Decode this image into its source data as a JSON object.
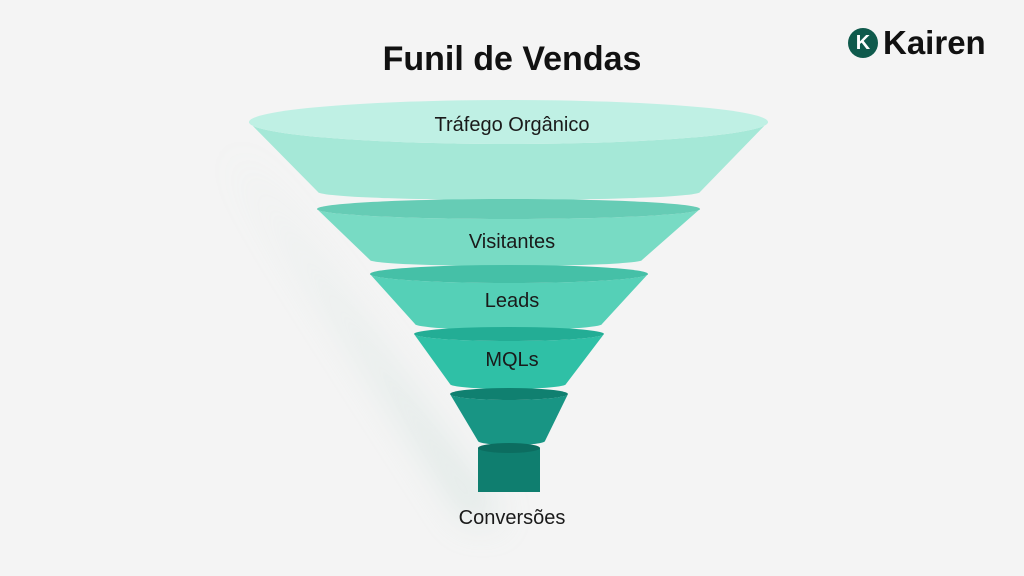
{
  "title": "Funil de Vendas",
  "brand": {
    "name": "Kairen",
    "mark": "K"
  },
  "stages": [
    {
      "label": "Tráfego Orgânico",
      "color": "#a5e8d7",
      "top_color": "#bff0e4"
    },
    {
      "label": "Visitantes",
      "color": "#78dbc4",
      "top_color": "#66ccb5"
    },
    {
      "label": "Leads",
      "color": "#55d0b7",
      "top_color": "#45c0a7"
    },
    {
      "label": "MQLs",
      "color": "#2fc0a6",
      "top_color": "#23ad95"
    },
    {
      "label": "",
      "color": "#189584",
      "top_color": "#108070"
    }
  ],
  "final_stage": {
    "label": "Conversões",
    "color": "#0f7e6f"
  }
}
